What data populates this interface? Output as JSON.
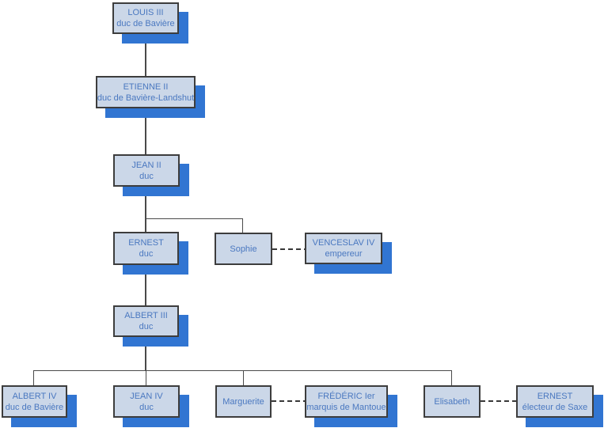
{
  "diagram": {
    "type": "family-tree",
    "language": "fr",
    "nodes": {
      "louis3": {
        "name": "LOUIS III",
        "title": "duc de Bavière"
      },
      "etienne2": {
        "name": "ETIENNE II",
        "title": "duc de Bavière-Landshut"
      },
      "jean2": {
        "name": "JEAN II",
        "title": "duc"
      },
      "ernest": {
        "name": "ERNEST",
        "title": "duc"
      },
      "sophie": {
        "name": "Sophie"
      },
      "venceslav4": {
        "name": "VENCESLAV IV",
        "title": "empereur"
      },
      "albert3": {
        "name": "ALBERT III",
        "title": "duc"
      },
      "albert4": {
        "name": "ALBERT IV",
        "title": "duc de Bavière"
      },
      "jean4": {
        "name": "JEAN IV",
        "title": "duc"
      },
      "marguerite": {
        "name": "Marguerite"
      },
      "frederic": {
        "name": "FRÉDÉRIC Ier",
        "title": "marquis de Mantoue"
      },
      "elisabeth": {
        "name": "Elisabeth"
      },
      "ernest_saxe": {
        "name": "ERNEST",
        "title": "électeur de Saxe"
      }
    },
    "colors": {
      "box_fill": "#cbd7e8",
      "box_border": "#3d3d3d",
      "box_shadow": "#3175d2",
      "text": "#4a78c0",
      "connector": "#4a4a4a"
    },
    "relations": {
      "descent": [
        "louis3 > etienne2",
        "etienne2 > jean2",
        "jean2 > ernest",
        "jean2 > sophie",
        "ernest > albert3",
        "albert3 > albert4",
        "albert3 > jean4",
        "albert3 > marguerite",
        "albert3 > elisabeth"
      ],
      "marriage": [
        "sophie = venceslav4",
        "marguerite = frederic",
        "elisabeth = ernest_saxe"
      ]
    }
  }
}
